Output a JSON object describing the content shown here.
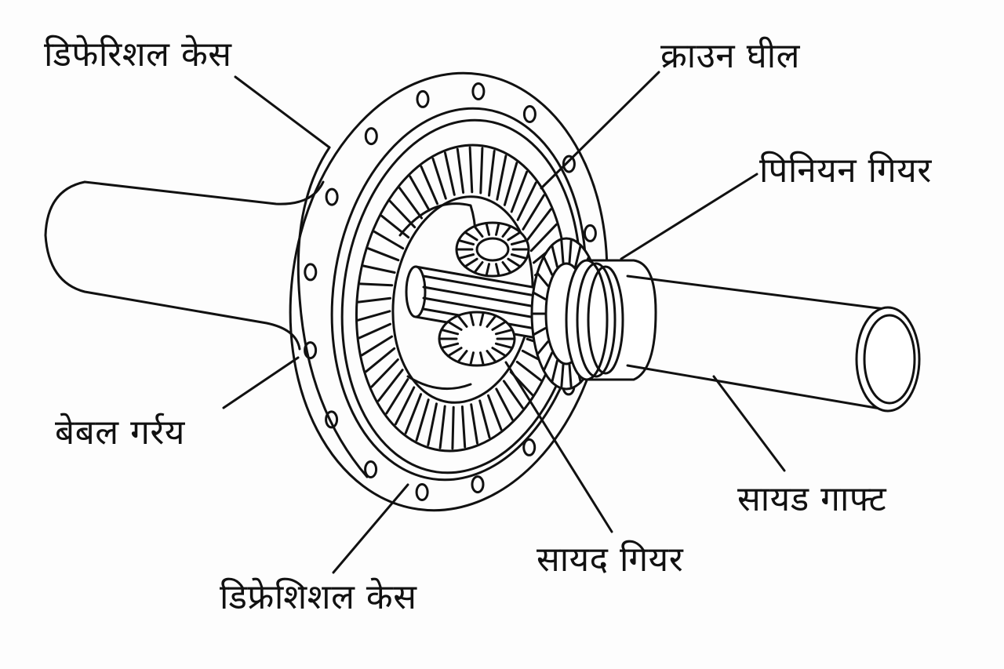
{
  "labels": {
    "differential_case_top": "डिफेरिशल केस",
    "crown_wheel": "क्राउन घील",
    "pinion_gear": "पिनियन गियर",
    "bevel_gear": "बेबल गर्रय",
    "side_shaft": "सायड गाफ्ट",
    "side_gear": "सायद गियर",
    "differential_case_bottom": "डिफ्रेशिशल केस"
  },
  "colors": {
    "line": "#111111",
    "background": "#fdfdfd",
    "fill": "#ffffff"
  }
}
